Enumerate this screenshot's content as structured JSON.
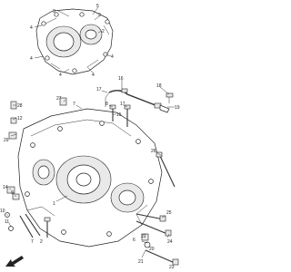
{
  "diagram": {
    "callouts": [
      {
        "id": "c3a",
        "text": "3"
      },
      {
        "id": "c5",
        "text": "5"
      },
      {
        "id": "c3b",
        "text": "3"
      },
      {
        "id": "c4a",
        "text": "4"
      },
      {
        "id": "c2a",
        "text": "2"
      },
      {
        "id": "c4b",
        "text": "4"
      },
      {
        "id": "c4c",
        "text": "4"
      },
      {
        "id": "c4d",
        "text": "4"
      },
      {
        "id": "c4e",
        "text": "4"
      },
      {
        "id": "c16",
        "text": "16"
      },
      {
        "id": "c17a",
        "text": "17"
      },
      {
        "id": "c18",
        "text": "18"
      },
      {
        "id": "c19",
        "text": "19"
      },
      {
        "id": "c27",
        "text": "27"
      },
      {
        "id": "c7a",
        "text": "7"
      },
      {
        "id": "c8",
        "text": "8"
      },
      {
        "id": "c17b",
        "text": "17"
      },
      {
        "id": "c15",
        "text": "15"
      },
      {
        "id": "c28",
        "text": "28"
      },
      {
        "id": "c12",
        "text": "12"
      },
      {
        "id": "c29",
        "text": "29"
      },
      {
        "id": "c26",
        "text": "26"
      },
      {
        "id": "c1",
        "text": "1"
      },
      {
        "id": "c14",
        "text": "14"
      },
      {
        "id": "c9",
        "text": "9"
      },
      {
        "id": "c10",
        "text": "10"
      },
      {
        "id": "c11",
        "text": "11"
      },
      {
        "id": "c25",
        "text": "25"
      },
      {
        "id": "c24",
        "text": "24"
      },
      {
        "id": "c6",
        "text": "6"
      },
      {
        "id": "c2b",
        "text": "2"
      },
      {
        "id": "c22",
        "text": "22"
      },
      {
        "id": "c20",
        "text": "20"
      },
      {
        "id": "c21",
        "text": "21"
      },
      {
        "id": "c23",
        "text": "23"
      },
      {
        "id": "c7b",
        "text": "7"
      }
    ]
  }
}
